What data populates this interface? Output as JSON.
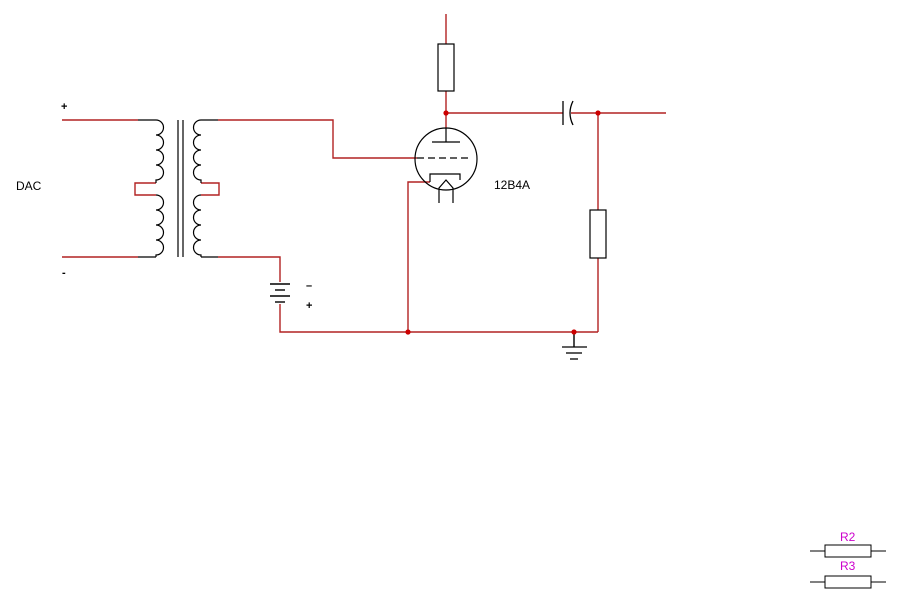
{
  "schematic": {
    "source_label": "DAC",
    "source_plus": "+",
    "source_minus": "-",
    "battery_minus": "–",
    "battery_plus": "+",
    "tube_label": "12B4A"
  },
  "legend": {
    "r2": "R2",
    "r3": "R3"
  },
  "colors": {
    "wire": "#b22222",
    "component": "#000000",
    "junction": "#cc0000",
    "ref_label": "#cc00cc",
    "background": "#ffffff"
  }
}
